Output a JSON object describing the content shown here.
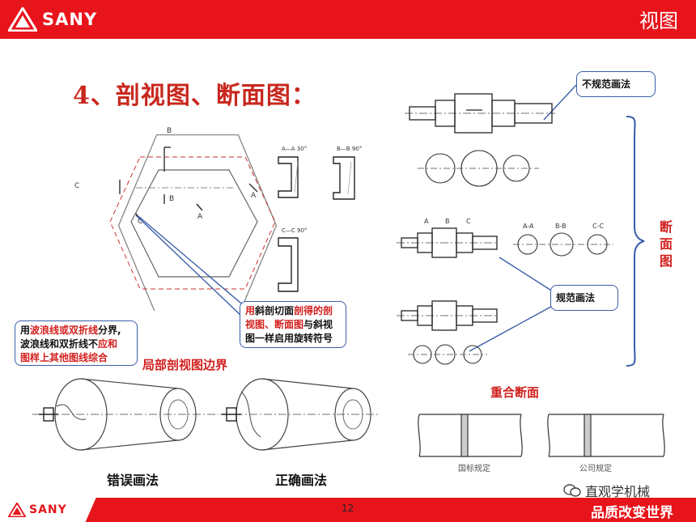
{
  "header": {
    "brand": "SANY",
    "title": "视图"
  },
  "main_title": "4、剖视图、断面图：",
  "callouts": {
    "oblique": {
      "p1_red_a": "用",
      "p1_black_a": "斜剖切面",
      "p1_red_b": "剖得的剖",
      "p2_red": "视图、断面图",
      "p2_black": "与斜视",
      "p3": "图一样启用旋转符号"
    },
    "wave": {
      "l1_a": "用",
      "l1_red": "波浪线或双折线",
      "l1_b": "分界,",
      "l2_a": "波浪线和双折线不",
      "l2_red": "应和",
      "l3_red": "图样上其他图线综合"
    },
    "nonstandard": "不规范画法",
    "standard": "规范画法"
  },
  "labels": {
    "partial_boundary": "局部剖视图边界",
    "wrong": "错误画法",
    "correct": "正确画法",
    "overlap_section": "重合断面",
    "section_chars": [
      "断",
      "面",
      "图"
    ],
    "intl_std": "国标规定",
    "company_std": "公司规定"
  },
  "drawing_marks": {
    "B": "B",
    "A": "A",
    "C": "C",
    "sec_A": "A—A 30°",
    "sec_B": "B—B 90°",
    "sec_C": "C—C 90°",
    "AA": "A-A",
    "BB": "B-B",
    "CC": "C-C"
  },
  "footer": {
    "brand": "SANY",
    "page": "12",
    "slogan": "品质改变世界",
    "watermark": "直观学机械"
  },
  "colors": {
    "brand_red": "#e8141c",
    "title_red": "#c8281e",
    "callout_blue": "#3a5ea8"
  }
}
